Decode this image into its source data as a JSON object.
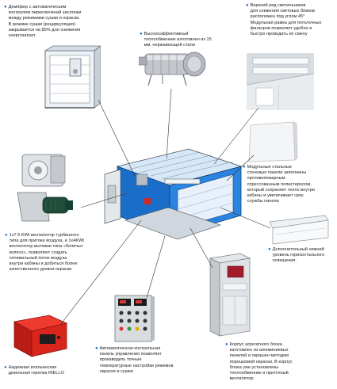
{
  "labels": {
    "damper": "Демпфер с автоматическим\nконтролем переключений заслонки\nмежду режимами сушки и окраски.\nВ режиме сушки (рециркуляция)\nзакрывается на 85% для снижения\nэнергозатрат",
    "heat_exchanger": "Высокоэффективный\nтеплообменник изготовлен из 15\nмм. нержавеющей стали",
    "lights_top": "Верхний ряд светильников\nдля снижения световых бликов\nрасположен под углом 45°\nМодульная рамка для потолочных\nфильтров позволяет удобно и\nбыстро проводить их смену",
    "wall_panels": "Модульные стальные\nстеновые панели заполнены\nпротивопожарным\nспрессованным полистиролом,\nкоторый сохраняет тепло внутри\nкабины и увеличивает срок\nслужбы панели",
    "fans": "1х7.5 KWt вентилятор турбинного\nтипа для притока воздуха, и 1х4KWt\nвентилятор вытяжки типа «беличье\nколесо», позволяют создать\nоптимальный поток воздуха\nвнутри кабины и добиться более\nкачественного уровня окраски",
    "lights_bottom": "Дополнительный нижний\nуровень горизонтального\nосвещения.",
    "burner": "Надежная итальянская\nдизельная горелка RIELLO",
    "control_panel": "Автоматическая контрольная\nпанель управления позволяет\nпроизводить точные\nтемпературные настройки режимов\nокраски и сушки",
    "housing": "Корпус агрегатного блока\nизготовлен из алюминиевых\nпанелей и окрашен методом\nпорошковой окраски. В корпус\nблока уже установлены\nтеплообменник и приточный\nвентилятор"
  },
  "colors": {
    "accent_blue": "#1a6ec9",
    "bullet": "#1a6ec9",
    "burner_red": "#d8261c",
    "motor_green": "#1f4d3a",
    "line": "#333333"
  }
}
